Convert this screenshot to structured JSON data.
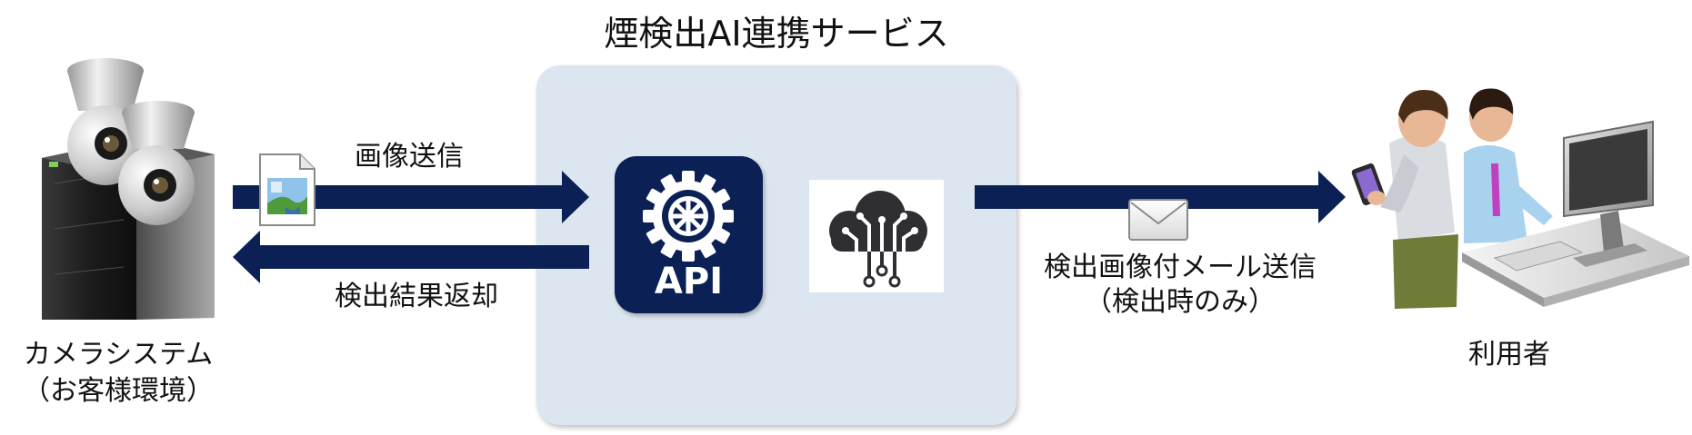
{
  "service": {
    "title": "煙検出AI連携サービス",
    "api_label": "API"
  },
  "arrows": {
    "send_image": "画像送信",
    "return_result": "検出結果返却",
    "mail_line1": "検出画像付メール送信",
    "mail_line2": "（検出時のみ）"
  },
  "camera": {
    "line1": "カメラシステム",
    "line2": "（お客様環境）"
  },
  "user": {
    "label": "利用者"
  },
  "colors": {
    "arrow": "#0b2054",
    "panel": "#dce6f1",
    "api_box": "#0b2054"
  },
  "icons": [
    "camera-system-icon",
    "image-file-icon",
    "gear-icon",
    "ai-cloud-icon",
    "envelope-icon",
    "users-icon"
  ]
}
